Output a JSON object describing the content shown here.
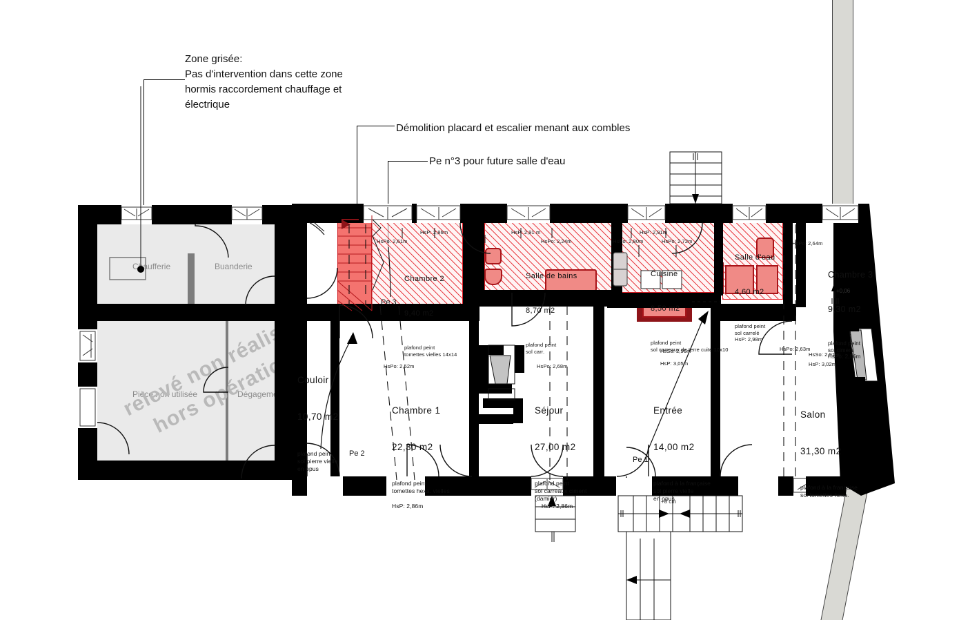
{
  "annotations": [
    {
      "id": "grey-zone",
      "lines": "Zone grisée:\nPas d'intervention dans cette zone\nhormis raccordement chauffage et\nélectrique"
    },
    {
      "id": "demolition",
      "lines": "Démolition placard et escalier menant aux combles"
    },
    {
      "id": "pe3",
      "lines": "Pe n°3 pour future salle d'eau"
    }
  ],
  "ghost_rooms": [
    {
      "label": "Chaufferie"
    },
    {
      "label": "Buanderie"
    },
    {
      "label": "Pièce non utilisée"
    },
    {
      "label": "Dégagement"
    }
  ],
  "watermark": "relevé non réalisé\n   hors opération",
  "rooms": [
    {
      "name": "Couloir",
      "area": "10,70 m2",
      "desc": "plafond peint\nsol pierre vielle\nen opus"
    },
    {
      "name": "Chambre 1",
      "area": "22,30 m2",
      "desc": "plafond peint\ntomettes hexa. vielles\n\nHsP: 2,86m"
    },
    {
      "name": "Chambre 2",
      "area": "9,40 m2",
      "desc": "plafond peint\ntomettes vielles 14x14"
    },
    {
      "name": "Salle de bains",
      "area": "8,70 m2",
      "desc": "plafond peint\nsol carr."
    },
    {
      "name": "Cuisine",
      "area": "8,50 m2",
      "desc": "plafond peint\nsol carreaux de terre cuite 10x10"
    },
    {
      "name": "Salle d'eau",
      "area": "4,60 m2",
      "desc": "plafond peint\nsol carrelé\nHsP: 2,98m"
    },
    {
      "name": "Chambre 3",
      "area": "9,30 m2",
      "desc": "plafond peint\nsol ciment\nHsPo: 2,86m"
    },
    {
      "name": "Séjour",
      "area": "27,00 m2",
      "desc": "plafond peint\nsol carreaux ciment\n(damier)\n    HsP: 2,86m"
    },
    {
      "name": "Entrée",
      "area": "14,00 m2",
      "desc": "plafond à la française\nsol pierre vielle\nen opus"
    },
    {
      "name": "Salon",
      "area": "31,30 m2",
      "desc": "plafond à la française\nsol tomettes hexa."
    }
  ],
  "heights": [
    {
      "text": "HsP: 2,86m"
    },
    {
      "text": "HsPo: 2,61m"
    },
    {
      "text": "HsP: 2,91 m"
    },
    {
      "text": "HsPo: 2,24m"
    },
    {
      "text": "HsPo: 2,80m"
    },
    {
      "text": "HsP: 2,91m"
    },
    {
      "text": "HsPo: 2,72m"
    },
    {
      "text": "HsPo: 2,64m"
    },
    {
      "text": "HsPo: 2,52m"
    },
    {
      "text": "HsPo: 2,68m"
    },
    {
      "text": "HsSo: 2,96m"
    },
    {
      "text": "HsP: 3,05m"
    },
    {
      "text": "HsPo: 2,63m"
    },
    {
      "text": "HsSo: 2,91 m"
    },
    {
      "text": "HsP: 3,02m"
    }
  ],
  "door_tags": [
    {
      "text": "Pe 3"
    },
    {
      "text": "Pe 2"
    },
    {
      "text": "Pe 1"
    }
  ],
  "levels": [
    {
      "text": "+0,06"
    },
    {
      "text": "+8 cm"
    }
  ],
  "colors": {
    "wall": "#000000",
    "demolition_red": "#e41e26",
    "new_wall_red": "#8e1419",
    "grey_zone": "#eaeaea",
    "chimney": "#d9d9d4"
  }
}
